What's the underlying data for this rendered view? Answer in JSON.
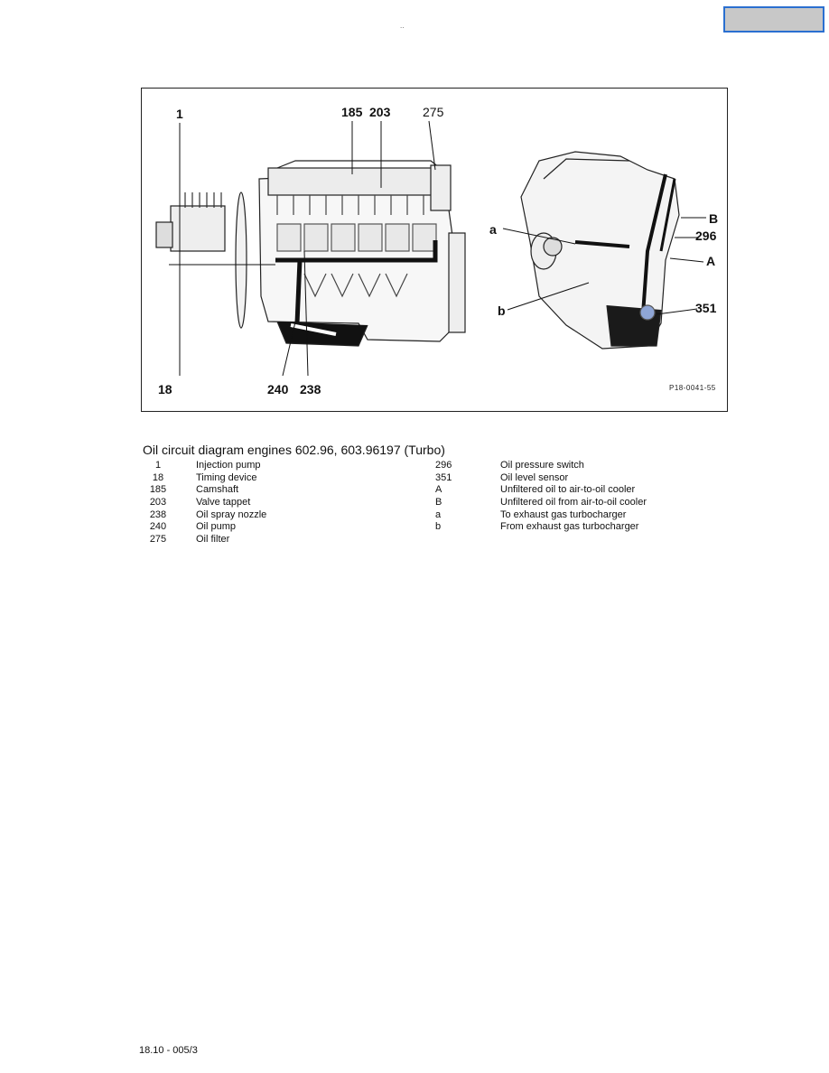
{
  "page_marker": "..",
  "figure": {
    "callouts": {
      "c1": "1",
      "c185": "185",
      "c203": "203",
      "c275": "275",
      "c18": "18",
      "c240": "240",
      "c238": "238",
      "ca": "a",
      "cb": "b",
      "cB": "B",
      "c296": "296",
      "cA": "A",
      "c351": "351"
    },
    "code": "P18-0041-55"
  },
  "caption": "Oil circuit diagram  engines 602.96,  603.96197 (Turbo)",
  "legend_left": [
    {
      "num": "1",
      "label": "Injection pump"
    },
    {
      "num": "18",
      "label": "Timing device"
    },
    {
      "num": "185",
      "label": "Camshaft"
    },
    {
      "num": "203",
      "label": "Valve tappet"
    },
    {
      "num": "238",
      "label": "Oil spray nozzle"
    },
    {
      "num": "240",
      "label": "Oil pump"
    },
    {
      "num": "275",
      "label": "Oil filter"
    }
  ],
  "legend_right": [
    {
      "num": "296",
      "label": "Oil pressure switch"
    },
    {
      "num": "351",
      "label": "Oil level sensor"
    },
    {
      "num": "A",
      "label": "Unfiltered oil to air-to-oil cooler"
    },
    {
      "num": "B",
      "label": "Unfiltered oil from air-to-oil cooler"
    },
    {
      "num": "a",
      "label": "To exhaust gas turbocharger"
    },
    {
      "num": "b",
      "label": "From exhaust gas turbocharger"
    }
  ],
  "footer": "18.10 - 005/3"
}
